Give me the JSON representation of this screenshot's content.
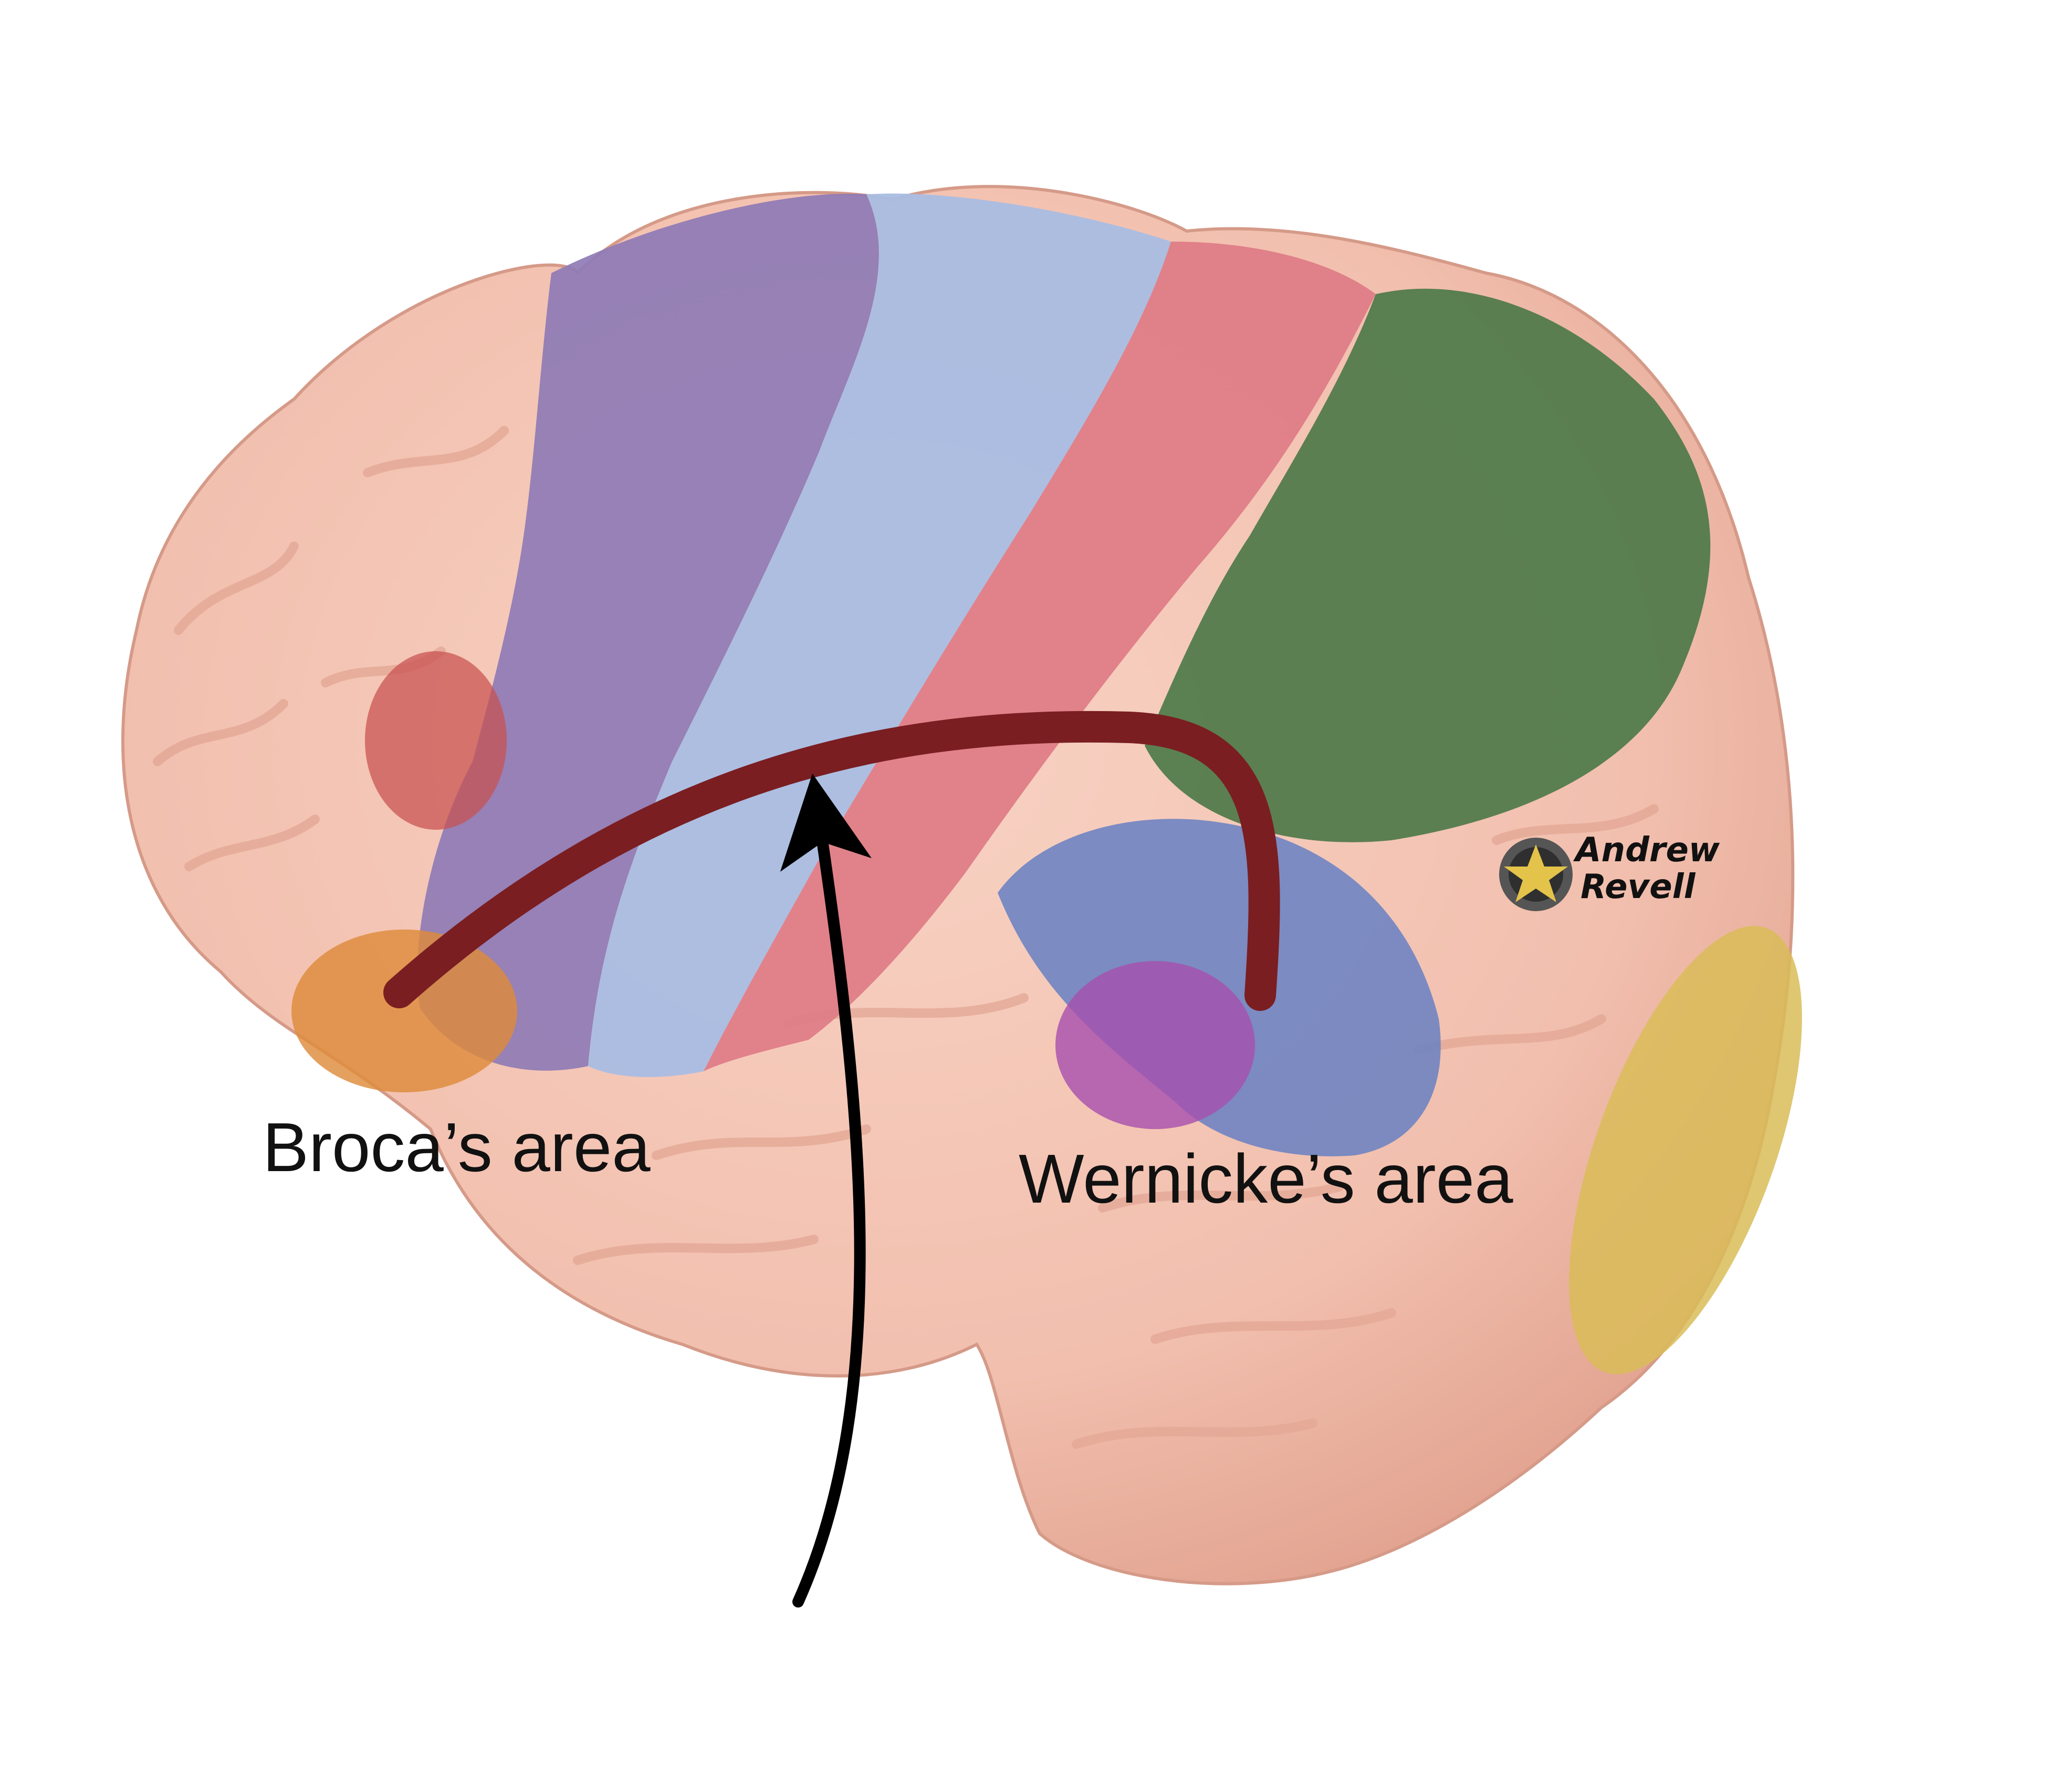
{
  "labels": {
    "broca": "Broca’s area",
    "wernicke": "Wernicke’s area"
  },
  "logo": {
    "line1": "Andrew",
    "line2": "Revell"
  },
  "colors": {
    "brain_base": "#f2bfae",
    "brain_shadow": "#d99a88",
    "premotor": "#8e7bb5",
    "motor_cortex": "#a9bde3",
    "somatosensory_cortex": "#de7b86",
    "parietal": "#4f7a49",
    "wernicke_region": "#6f84c2",
    "wernicke_spot": "#a64fae",
    "broca_upper": "#c9514f",
    "broca_lower": "#de8b3a",
    "visual": "#d9bc58",
    "arcuate_fasciculus": "#7a1e22",
    "arrow": "#000000"
  }
}
